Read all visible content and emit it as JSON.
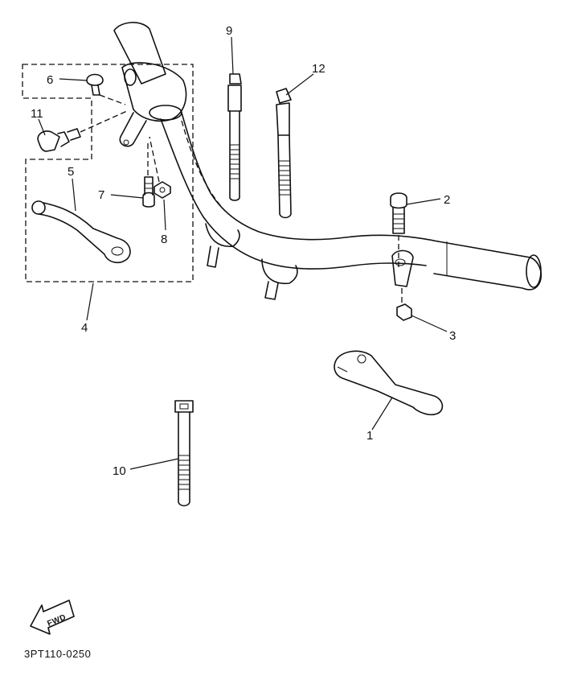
{
  "diagram": {
    "callouts": [
      {
        "id": "1",
        "label": "1"
      },
      {
        "id": "2",
        "label": "2"
      },
      {
        "id": "3",
        "label": "3"
      },
      {
        "id": "4",
        "label": "4"
      },
      {
        "id": "5",
        "label": "5"
      },
      {
        "id": "6",
        "label": "6"
      },
      {
        "id": "7",
        "label": "7"
      },
      {
        "id": "8",
        "label": "8"
      },
      {
        "id": "9",
        "label": "9"
      },
      {
        "id": "10",
        "label": "10"
      },
      {
        "id": "11",
        "label": "11"
      },
      {
        "id": "12",
        "label": "12"
      }
    ],
    "direction_arrow": {
      "label": "FWD"
    },
    "drawing_code": "3PT110-0250"
  }
}
